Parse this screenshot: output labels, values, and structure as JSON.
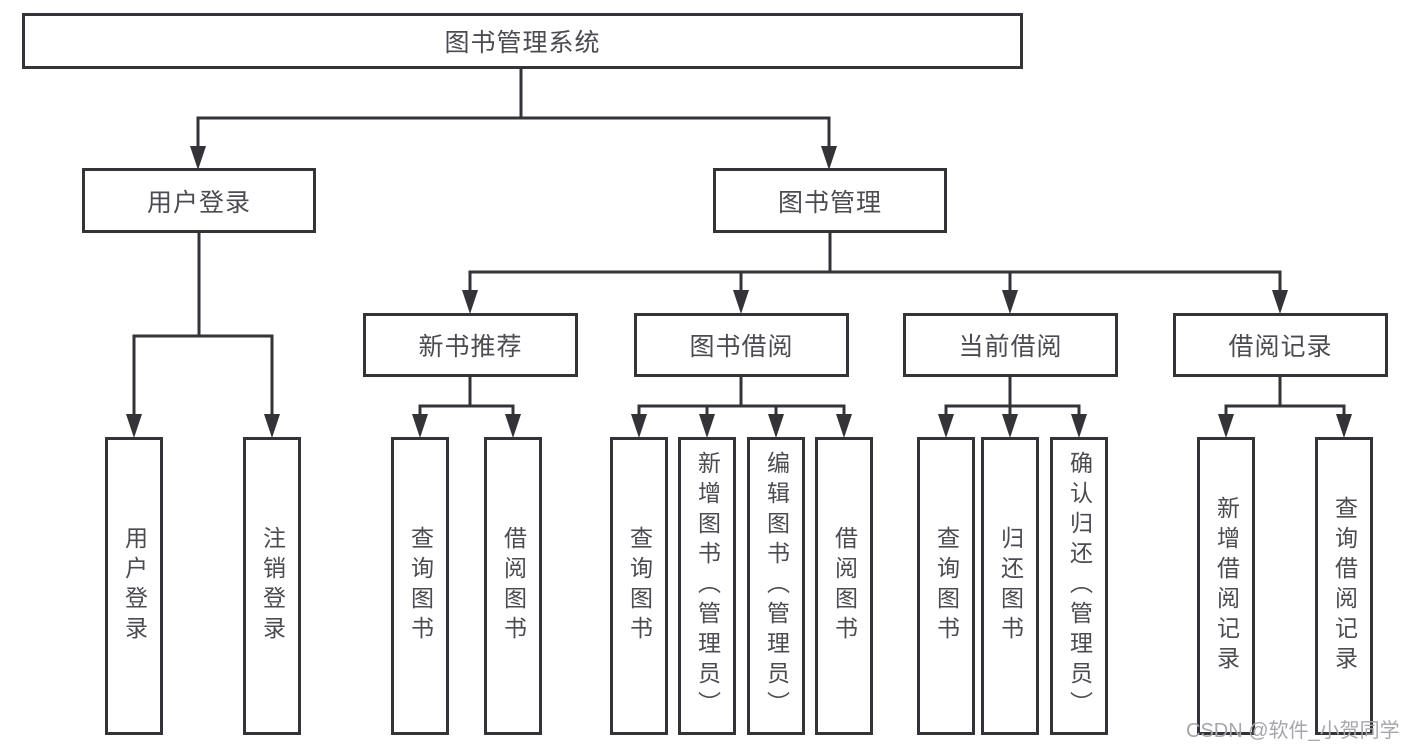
{
  "colors": {
    "line": "#333338",
    "box_fill": "#ffffff",
    "label_text": "#4b4b52",
    "watermark_text": "#a6a6ab"
  },
  "watermark": {
    "text": "CSDN @软件_小贺同学"
  },
  "tree": {
    "root": {
      "label": "图书管理系统"
    },
    "branches": [
      {
        "label": "用户登录",
        "children": [
          {
            "label": "用户登录"
          },
          {
            "label": "注销登录"
          }
        ]
      },
      {
        "label": "图书管理",
        "children": [
          {
            "label": "新书推荐",
            "children": [
              {
                "label": "查询图书"
              },
              {
                "label": "借阅图书"
              }
            ]
          },
          {
            "label": "图书借阅",
            "children": [
              {
                "label": "查询图书"
              },
              {
                "label": "新增图书（管理员）"
              },
              {
                "label": "编辑图书（管理员）"
              },
              {
                "label": "借阅图书"
              }
            ]
          },
          {
            "label": "当前借阅",
            "children": [
              {
                "label": "查询图书"
              },
              {
                "label": "归还图书"
              },
              {
                "label": "确认归还（管理员）"
              }
            ]
          },
          {
            "label": "借阅记录",
            "children": [
              {
                "label": "新增借阅记录"
              },
              {
                "label": "查询借阅记录"
              }
            ]
          }
        ]
      }
    ]
  }
}
